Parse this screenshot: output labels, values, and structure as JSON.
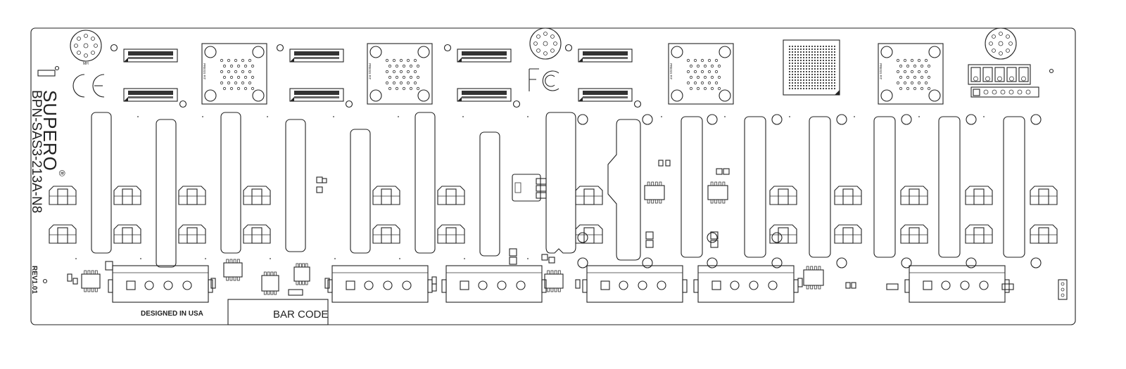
{
  "board": {
    "brand": "SUPERO",
    "model": "BPN-SAS3-213A-N8",
    "revision": "REV1.01",
    "designed_in": "DESIGNED IN USA",
    "barcode_label": "BAR CODE",
    "press_fit_label": "PRESS FIT",
    "mh_label": "MH",
    "trademark": "®",
    "ce_mark": "CE",
    "fcc_mark": "FC"
  },
  "colors": {
    "outline": "#222222",
    "background": "#ffffff"
  }
}
